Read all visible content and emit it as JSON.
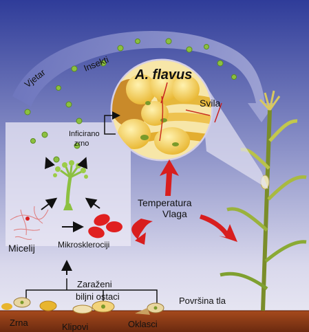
{
  "labels": {
    "vjetar": "Vjetar",
    "insekti": "Insekti",
    "a_flavus": "A. flavus",
    "svila": "Svila",
    "inficirano_line1": "Inficirano",
    "inficirano_line2": "zrno",
    "temperatura": "Temperatura",
    "vlaga": "Vlaga",
    "micelij": "Micelij",
    "mikrosklerociji": "Mikrosklerociji",
    "zarazeni": "Zaraženi",
    "biljni_ostaci": "biljni ostaci",
    "povrsina_tla": "Površina tla",
    "zrna": "Zrna",
    "klipovi": "Klipovi",
    "oklasci": "Oklasci"
  },
  "colors": {
    "sky_top": "#2f3c99",
    "sky_bottom": "#e6e4f2",
    "soil": "#8a3414",
    "red_arrow": "#d81e1e",
    "spore_green": "#7fb33a",
    "plant_green": "#6f9a2a",
    "kernel_yellow": "#f2c640"
  }
}
